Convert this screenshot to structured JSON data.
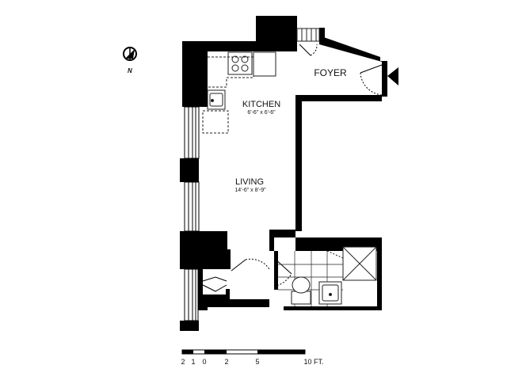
{
  "compass": {
    "north_label": "N",
    "icon": "compass-north-icon"
  },
  "rooms": {
    "foyer": {
      "name": "FOYER"
    },
    "kitchen": {
      "name": "KITCHEN",
      "size": "6'-6\" x 6'-6\""
    },
    "living": {
      "name": "LIVING",
      "size": "14'-6\" x 8'-9\""
    }
  },
  "entry": {
    "icon": "entry-arrow-icon"
  },
  "scale_bar": {
    "ticks": [
      "2",
      "1",
      "0",
      "2",
      "5",
      "10 FT."
    ]
  },
  "colors": {
    "wall": "#000000",
    "background": "#ffffff",
    "fixture_stroke": "#222222"
  }
}
